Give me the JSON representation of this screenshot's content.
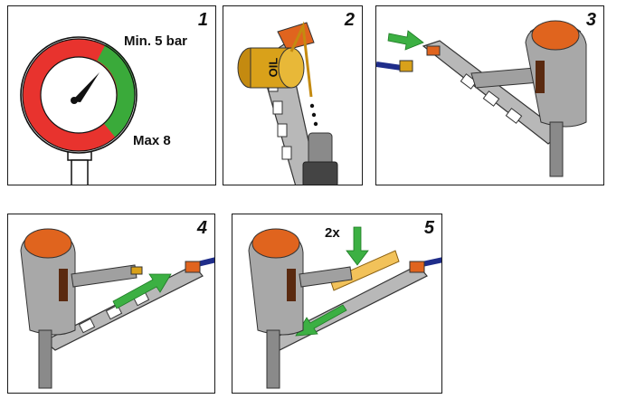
{
  "panels": [
    {
      "number": "1",
      "labels": {
        "min": "Min. 5 bar",
        "max": "Max 8"
      }
    },
    {
      "number": "2",
      "labels": {
        "oil": "OIL"
      }
    },
    {
      "number": "3"
    },
    {
      "number": "4"
    },
    {
      "number": "5",
      "labels": {
        "repeat": "2x"
      }
    }
  ],
  "colors": {
    "gauge_red": "#e8332e",
    "gauge_green": "#3aaa3a",
    "arrow_green": "#3cb043",
    "tool_orange": "#e0641e",
    "tool_grey": "#a8a8a8",
    "hose_blue": "#1f2d8a",
    "oil_can": "#d9a11a"
  }
}
